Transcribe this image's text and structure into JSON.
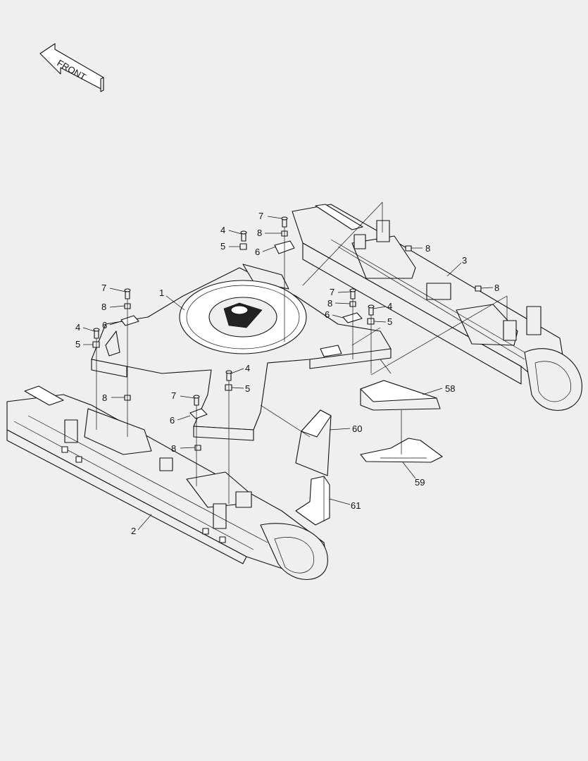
{
  "diagram": {
    "front_label": "FRONT",
    "callouts": {
      "c1": "1",
      "c2": "2",
      "c3": "3",
      "c4": "4",
      "c5": "5",
      "c6": "6",
      "c7": "7",
      "c8": "8",
      "c58": "58",
      "c59": "59",
      "c60": "60",
      "c61": "61"
    }
  }
}
